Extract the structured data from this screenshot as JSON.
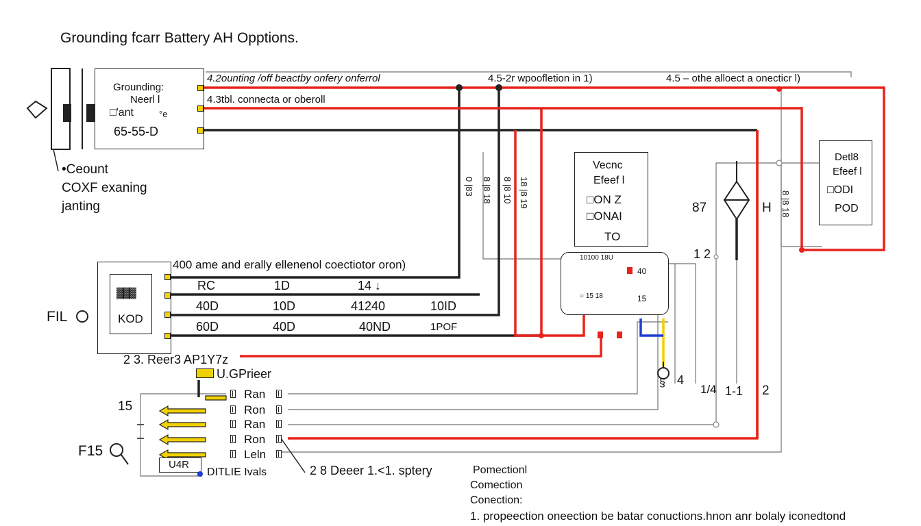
{
  "title": "Grounding fcarr Battery AH Opptions.",
  "top_labels": {
    "wire1": "4.2ounting /off beactby onfery onferrol",
    "wire2": "4.3tbl. connecta or oberoll",
    "wire3": "4.5-2r wpoofletion in 1)",
    "wire4": "4.5 – othe alloect a onecticr l)"
  },
  "ground_box": {
    "line1": "Grounding:",
    "line2": "Neerl l",
    "line3": "□'ant",
    "line3b": "°e",
    "line4": "65-55-D"
  },
  "left_notes": {
    "line1": "•Ceount",
    "line2": "COXF exaning",
    "line3": "janting"
  },
  "vertical_labels": [
    "0 |83",
    "8 |8 18",
    "8 |8 10",
    "18 |8 19",
    "8 |8 18"
  ],
  "center_box": {
    "line1": "Vecnc",
    "line2": "Efeef l",
    "line3": "□ON Z",
    "line4": "□ONAI",
    "line5": "TO"
  },
  "right_box": {
    "line1": "Detl8",
    "line2": "Efeef l",
    "line3": "□ODI",
    "line4": "POD"
  },
  "mid_labels": {
    "num87": "87",
    "H": "H",
    "n12": "1 2"
  },
  "connector": {
    "top1": "10100 18U",
    "top2": "40",
    "bot1": "○ 15 18",
    "bot2": "15"
  },
  "left_module": {
    "label": "KOD",
    "side_label": "FIL",
    "icon_text": "▓▓▓"
  },
  "table": {
    "header": "400 ame and erally ellenenol coectiotor oron)",
    "rows": [
      [
        "RC",
        "1D",
        "14 ↓"
      ],
      [
        "40D",
        "10D",
        "41240",
        "10ID"
      ],
      [
        "60D",
        "40D",
        "40ND",
        "1POF"
      ]
    ]
  },
  "relay_label": "2 3. Reer3 AP1Y7z",
  "gpower_label": "U.GPrieer",
  "fuse_block": {
    "n15": "15",
    "f15": "F15",
    "labels": [
      "Ran",
      "Ron",
      "Ran",
      "Ron",
      "Leln"
    ],
    "bottom": "DITLIE Ivals",
    "inner": "U4R"
  },
  "bottom_right": {
    "n4": "4",
    "n14": "1/4",
    "n11": "1-1",
    "n2": "2",
    "icon": "§"
  },
  "footer": {
    "deer": "2  8  Deeer 1.<1. sptery",
    "pom1": "Pomectionl",
    "pom2": "Comection",
    "pom3": "Conection:",
    "final": "1. propeection oneection be batar conuctions.hnon anr bolaly iconedtond"
  },
  "colors": {
    "red": "#e8231b",
    "black": "#222222",
    "yellow": "#f2d100",
    "blue": "#1f3fd1",
    "gray": "#7a7a7a"
  }
}
